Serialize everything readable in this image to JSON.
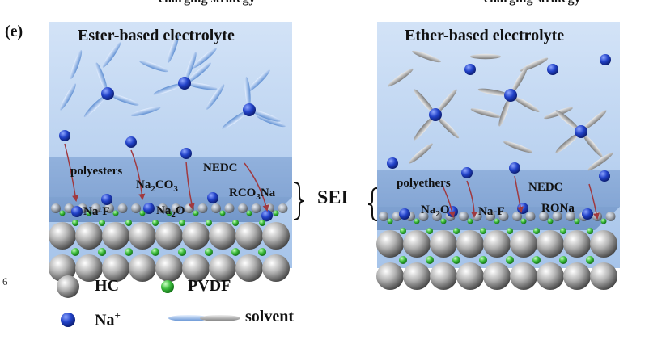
{
  "header": {
    "left_cut": "charging strategy",
    "right_cut": "charging strategy"
  },
  "panel_label": "(e)",
  "edge_number": "6",
  "panels": [
    {
      "title": "Ester-based electrolyte",
      "labels": [
        "polyesters",
        "Na-F",
        "Na2CO3",
        "Na2O",
        "NEDC",
        "RCO3Na"
      ]
    },
    {
      "title": "Ether-based electrolyte",
      "labels": [
        "polyethers",
        "Na2O",
        "Na-F",
        "NEDC",
        "RONa"
      ]
    }
  ],
  "sei_label": "SEI",
  "legend": {
    "hc": "HC",
    "pvdf": "PVDF",
    "na_ion": "Na+",
    "solvent": "solvent"
  },
  "colors": {
    "electrolyte_top": "#cfe0f6",
    "electrolyte_bottom": "#a9c7ec",
    "sei_layer": "#6f96c9",
    "na_ion": "#1f37b6",
    "pvdf": "#3fb93f",
    "hc": "#9a9a9a",
    "arrow": "#a0393f"
  }
}
